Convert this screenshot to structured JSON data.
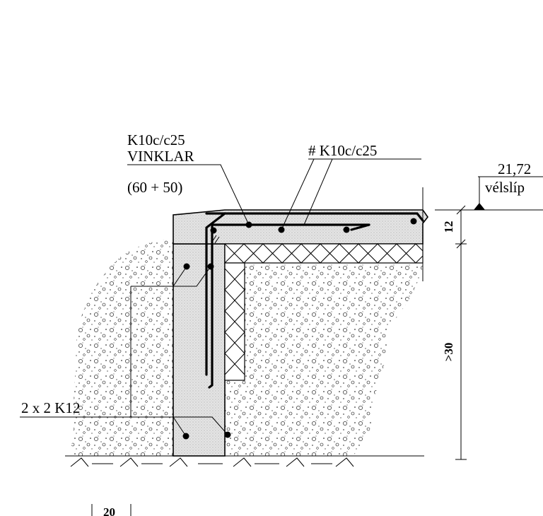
{
  "labels": {
    "top_bar": "K10c/c25",
    "vinklar": "VINKLAR",
    "vinklar_size": "(60 + 50)",
    "mesh": "# K10c/c25",
    "bottom_bars": "2 x 2 K12",
    "level_value": "21,72",
    "level_name": "vélslíp"
  },
  "dimensions": {
    "slab_thickness": "12",
    "foundation_depth": ">30",
    "wall_width": "20"
  }
}
